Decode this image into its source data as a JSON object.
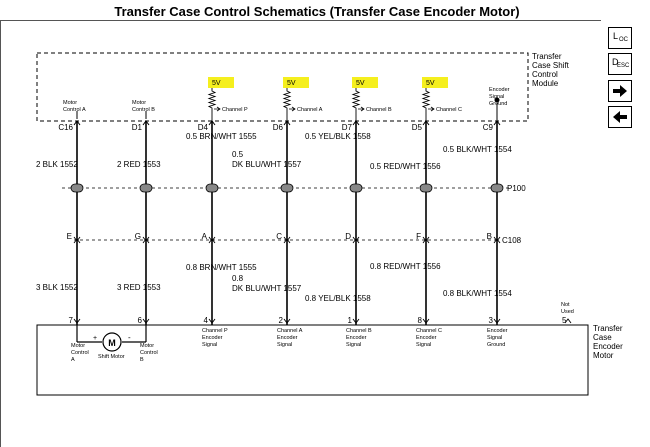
{
  "title": "Transfer Case Control Schematics (Transfer Case Encoder Motor)",
  "module": {
    "lines": [
      "Transfer",
      "Case Shift",
      "Control",
      "Module"
    ]
  },
  "motor": {
    "lines": [
      "Transfer",
      "Case",
      "Encoder",
      "Motor"
    ]
  },
  "v5_label": "5V",
  "highlight_color": "#f5ef1e",
  "module_terms": [
    {
      "id": "c16",
      "code": "C16",
      "top": [
        "Motor",
        "Control A"
      ]
    },
    {
      "id": "d1",
      "code": "D1",
      "top": [
        "Motor",
        "Control B"
      ]
    },
    {
      "id": "d4",
      "code": "D4",
      "channel": "Channel P"
    },
    {
      "id": "d6",
      "code": "D6",
      "channel": "Channel A"
    },
    {
      "id": "d7",
      "code": "D7",
      "channel": "Channel B"
    },
    {
      "id": "d5",
      "code": "D5",
      "channel": "Channel C"
    },
    {
      "id": "c9",
      "code": "C9",
      "top": [
        "Encoder",
        "Signal",
        "Ground"
      ]
    }
  ],
  "upper_wires": [
    {
      "text": "2 BLK   1552"
    },
    {
      "text": "2 RED   1553"
    },
    {
      "text": "0.5 BRN/WHT  1555"
    },
    {
      "lines": [
        "0.5",
        "DK BLU/WHT  1557"
      ]
    },
    {
      "text": "0.5 YEL/BLK  1558"
    },
    {
      "text": "0.5 RED/WHT  1556"
    },
    {
      "text": "0.5 BLK/WHT  1554"
    }
  ],
  "lower_wires": [
    {
      "text": "3 BLK   1552"
    },
    {
      "text": "3 RED   1553"
    },
    {
      "text": "0.8 BRN/WHT  1555"
    },
    {
      "lines": [
        "0.8",
        "DK BLU/WHT  1557"
      ]
    },
    {
      "text": "0.8 YEL/BLK  1558"
    },
    {
      "text": "0.8 RED/WHT  1556"
    },
    {
      "text": "0.8 BLK/WHT  1554"
    }
  ],
  "p100": "P100",
  "c108": "C108",
  "c108_pins": [
    "E",
    "G",
    "A",
    "C",
    "D",
    "F",
    "B"
  ],
  "motor_terms": [
    {
      "pin": "7",
      "lines": [
        "Motor",
        "Control",
        "A"
      ]
    },
    {
      "pin": "6",
      "lines": [
        "Motor",
        "Control",
        "B"
      ]
    },
    {
      "pin": "4",
      "lines": [
        "Channel P",
        "Encoder",
        "Signal"
      ]
    },
    {
      "pin": "2",
      "lines": [
        "Channel A",
        "Encoder",
        "Signal"
      ]
    },
    {
      "pin": "1",
      "lines": [
        "Channel B",
        "Encoder",
        "Signal"
      ]
    },
    {
      "pin": "8",
      "lines": [
        "Channel C",
        "Encoder",
        "Signal"
      ]
    },
    {
      "pin": "3",
      "lines": [
        "Encoder",
        "Signal",
        "Ground"
      ]
    }
  ],
  "not_used": {
    "lines": [
      "Not",
      "Used"
    ],
    "pin": "5"
  },
  "shift_motor": {
    "symbol": "M",
    "label": "Shift Motor",
    "plus": "+",
    "minus": "-"
  },
  "nav": [
    {
      "id": "loc",
      "icon": "loc-icon",
      "top": "L",
      "bottom": "OC"
    },
    {
      "id": "desc",
      "icon": "desc-icon",
      "top": "D",
      "bottom": "ESC"
    },
    {
      "id": "next",
      "icon": "arrow-right-icon"
    },
    {
      "id": "prev",
      "icon": "arrow-left-icon"
    }
  ]
}
